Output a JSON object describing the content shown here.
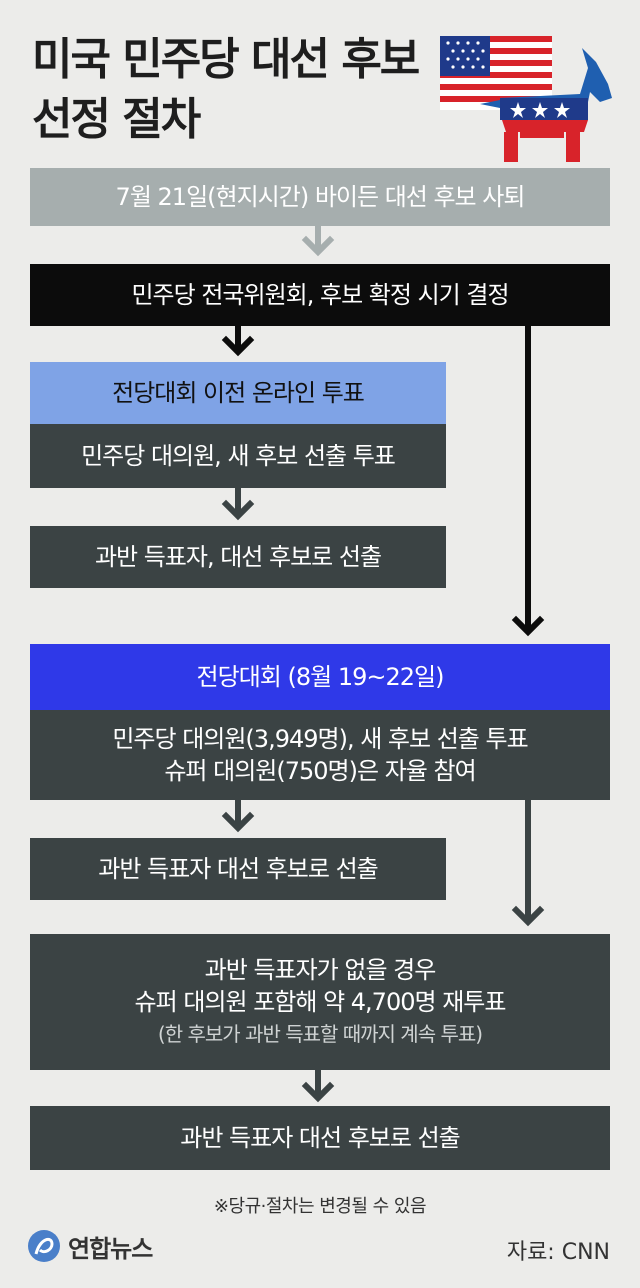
{
  "title": "미국 민주당 대선 후보 선정 절차",
  "steps": {
    "biden_withdraw": "7월 21일(현지시간) 바이든 대선 후보 사퇴",
    "dnc_decision": "민주당 전국위원회, 후보 확정 시기 결정",
    "online_vote_header": "전당대회 이전 온라인 투표",
    "online_vote_body": "민주당 대의원, 새 후보 선출 투표",
    "online_majority": "과반 득표자, 대선 후보로 선출",
    "convention_header": "전당대회 (8월 19~22일)",
    "convention_body_line1": "민주당 대의원(3,949명), 새 후보 선출 투표",
    "convention_body_line2": "슈퍼 대의원(750명)은 자율 참여",
    "convention_majority": "과반 득표자 대선 후보로 선출",
    "no_majority_line1": "과반 득표자가 없을 경우",
    "no_majority_line2": "슈퍼 대의원 포함해 약 4,700명 재투표",
    "no_majority_note": "(한 후보가 과반 득표할 때까지 계속 투표)",
    "final_majority": "과반 득표자 대선 후보로 선출"
  },
  "footnote": "※당규·절차는 변경될 수 있음",
  "source": "자료: CNN",
  "logo": "연합뉴스",
  "icons": {
    "flag": "us-flag-icon",
    "donkey": "democratic-donkey-icon",
    "logo": "yonhap-logo-icon"
  },
  "colors": {
    "dark_box": "#3b4344",
    "black_box": "#0c0c0c",
    "grey_box": "#a6aeae",
    "light_blue_box": "#7fa3e6",
    "blue_box": "#2f39e8",
    "background": "#ececea"
  }
}
